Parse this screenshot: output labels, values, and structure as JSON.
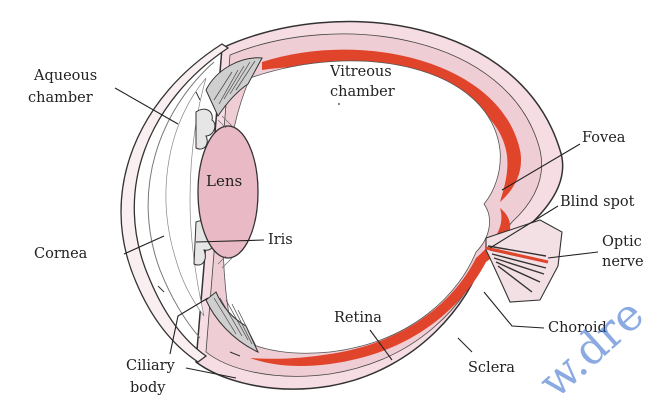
{
  "labels": {
    "aqueous_1": "Aqueous",
    "aqueous_2": "chamber",
    "vitreous_1": "Vitreous",
    "vitreous_2": "chamber",
    "fovea": "Fovea",
    "lens": "Lens",
    "blind_spot": "Blind spot",
    "cornea": "Cornea",
    "iris": "Iris",
    "optic_1": "Optic",
    "optic_2": "nerve",
    "retina": "Retina",
    "choroid": "Choroid",
    "ciliary_1": "Ciliary",
    "ciliary_2": "body",
    "sclera": "Sclera"
  },
  "watermark": "w.dre",
  "colors": {
    "sclera_fill": "#f6dde3",
    "retina_red": "#e0442b",
    "lens_fill": "#e9b9c6",
    "outline": "#333333",
    "watermark": "#2b66c9"
  }
}
